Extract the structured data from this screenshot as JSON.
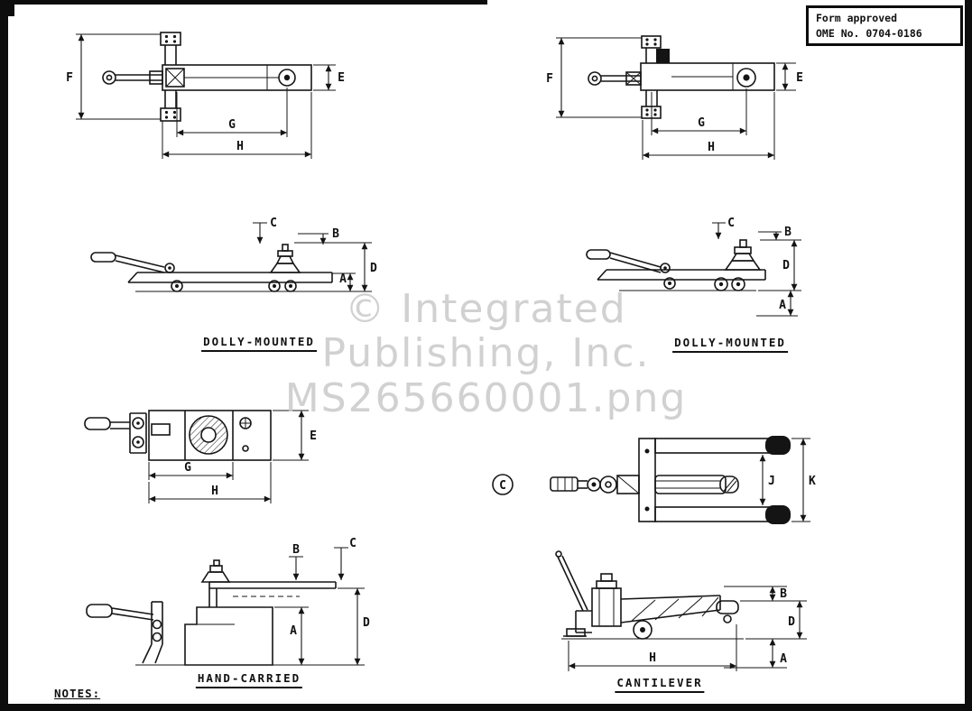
{
  "header": {
    "form_line1": "Form approved",
    "form_line2": "OME No. 0704-0186"
  },
  "watermark": {
    "line1": "© Integrated",
    "line2": "Publishing, Inc.",
    "line3": "MS265660001.png"
  },
  "notes": {
    "label": "NOTES:"
  },
  "captions": {
    "dolly_left": "DOLLY-MOUNTED",
    "dolly_right": "DOLLY-MOUNTED",
    "hand": "HAND-CARRIED",
    "cantilever": "CANTILEVER"
  },
  "figures": {
    "dolly_plan_left": {
      "f": "F",
      "e": "E",
      "g": "G",
      "h": "H"
    },
    "dolly_plan_right": {
      "f": "F",
      "e": "E",
      "g": "G",
      "h": "H"
    },
    "dolly_side_left": {
      "c": "C",
      "b": "B",
      "d": "D",
      "a": "A"
    },
    "dolly_side_right": {
      "c": "C",
      "b": "B",
      "d": "D",
      "a": "A"
    },
    "hand_plan": {
      "e": "E",
      "g": "G",
      "h": "H"
    },
    "cantilever_plan": {
      "detail_marker": "C",
      "j": "J",
      "k": "K"
    },
    "hand_side": {
      "b": "B",
      "c": "C",
      "a": "A",
      "d": "D"
    },
    "cantilever_side": {
      "b": "B",
      "d": "D",
      "a": "A",
      "h": "H"
    }
  },
  "colors": {
    "line": "#161616",
    "watermark": "#c9c9c9"
  }
}
